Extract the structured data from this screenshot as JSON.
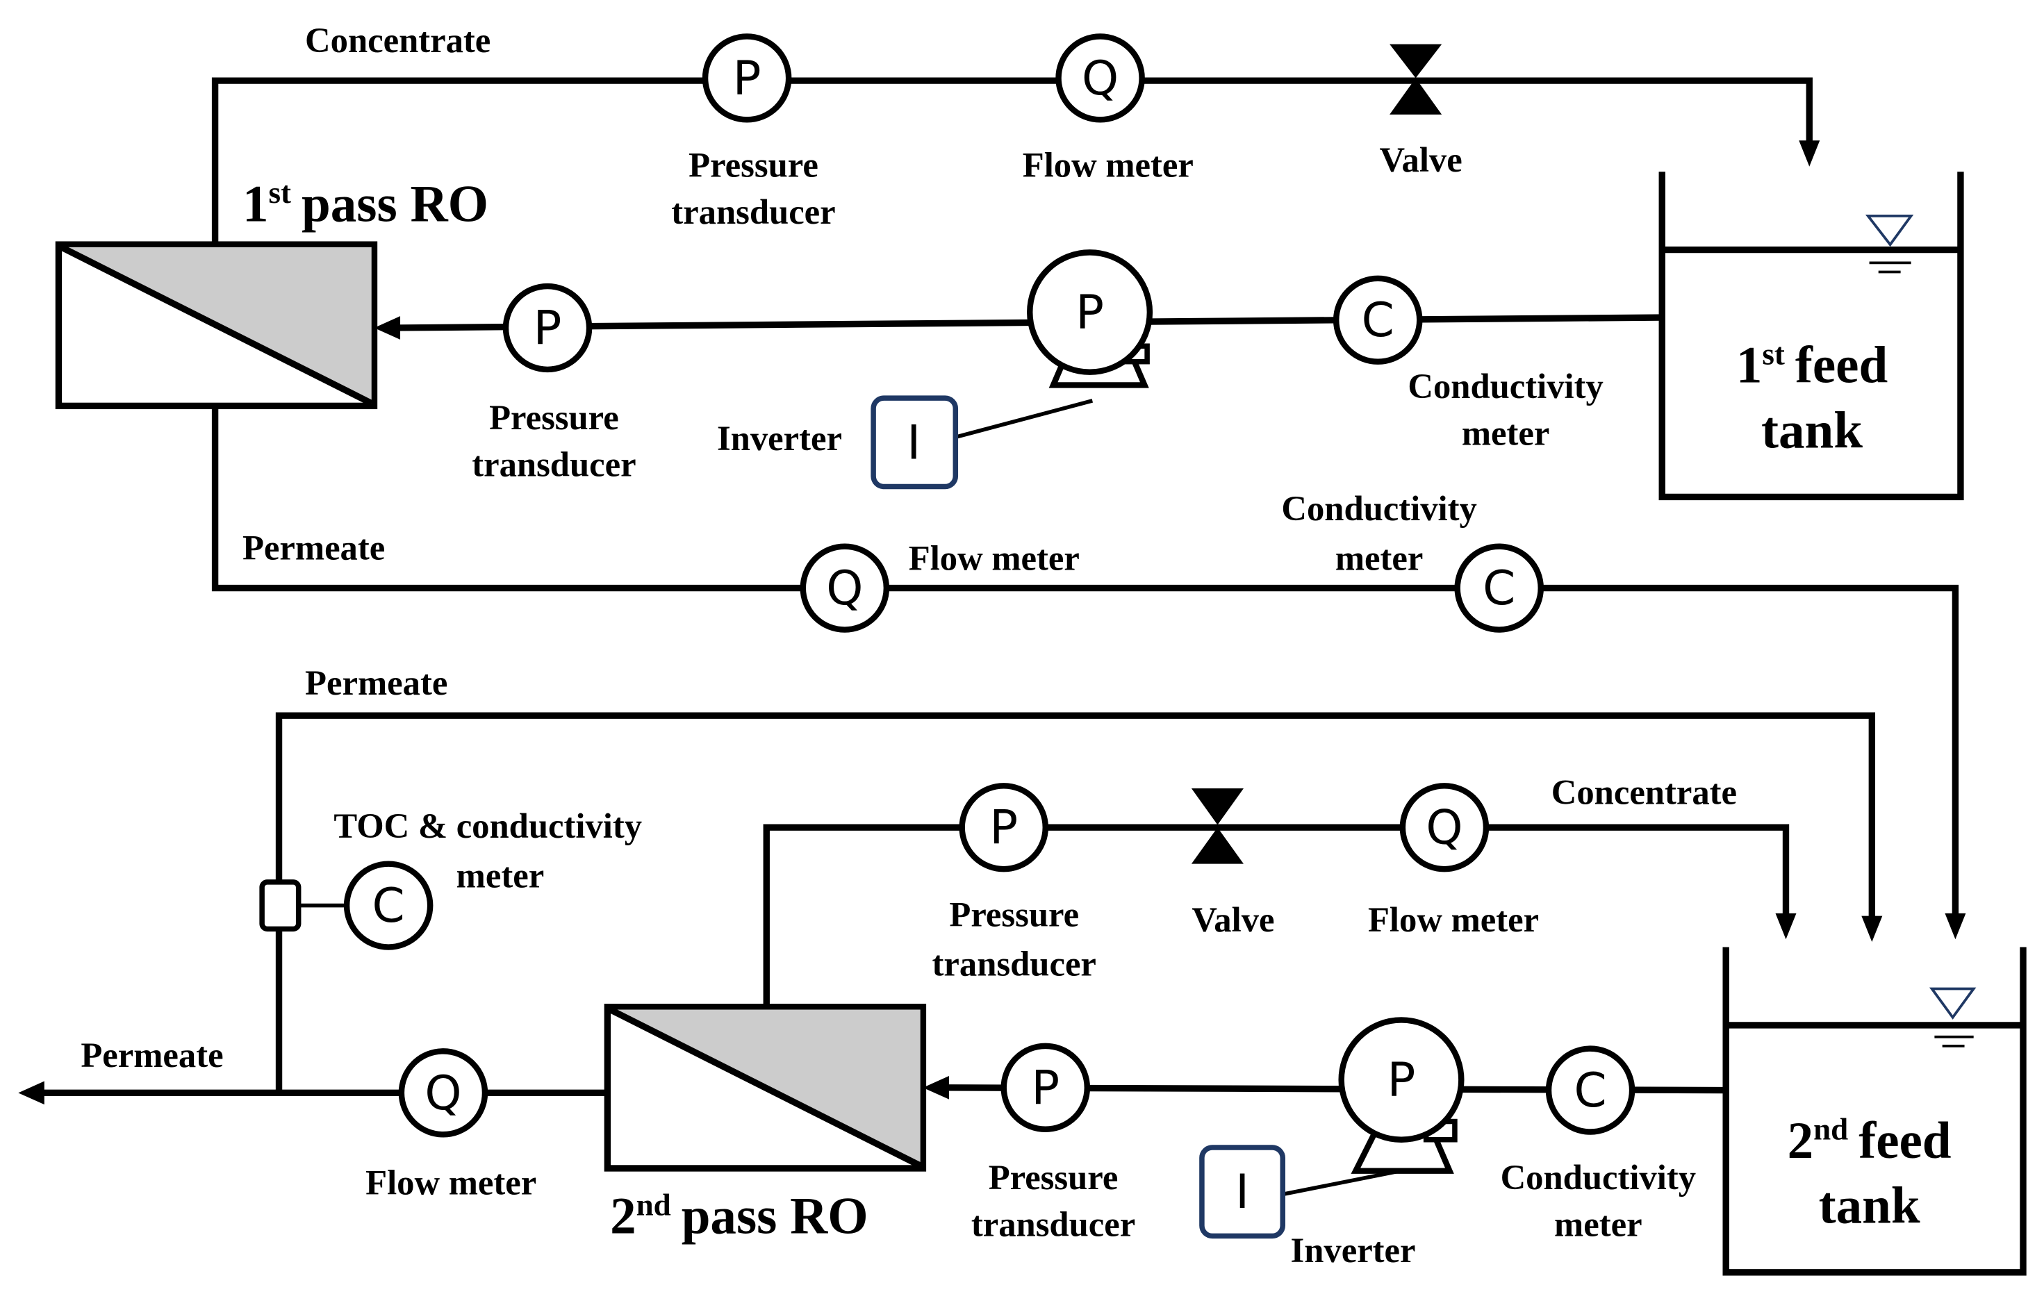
{
  "diagram": {
    "colors": {
      "line": "#000000",
      "membrane_fill": "#cccccc",
      "level_marker": "#1f3864",
      "inverter_border": "#1f3864"
    },
    "stage1": {
      "ro_label": {
        "num": "1",
        "sup": "st",
        "text": "pass RO"
      },
      "concentrate_label": "Concentrate",
      "permeate_label": "Permeate",
      "concentrate_line": {
        "pressure_symbol": "P",
        "pressure_label": [
          "Pressure",
          "transducer"
        ],
        "flow_symbol": "Q",
        "flow_label": "Flow meter",
        "valve_label": "Valve"
      },
      "feed_line": {
        "pressure_symbol": "P",
        "pressure_label": [
          "Pressure",
          "transducer"
        ],
        "pump_symbol": "P",
        "inverter_symbol": "I",
        "inverter_label": "Inverter",
        "conductivity_symbol": "C",
        "conductivity_label": [
          "Conductivity",
          "meter"
        ]
      },
      "permeate_line": {
        "flow_symbol": "Q",
        "flow_label": "Flow meter",
        "conductivity_symbol": "C",
        "conductivity_label": [
          "Conductivity",
          "meter"
        ]
      },
      "tank_label": {
        "num": "1",
        "sup": "st",
        "line1": "feed",
        "line2": "tank"
      }
    },
    "stage2": {
      "ro_label": {
        "num": "2",
        "sup": "nd",
        "text": "pass RO"
      },
      "permeate_return_label": "Permeate",
      "permeate_out_label": "Permeate",
      "concentrate_label": "Concentrate",
      "toc_symbol": "C",
      "toc_label": [
        "TOC & conductivity",
        "meter"
      ],
      "concentrate_line": {
        "pressure_symbol": "P",
        "pressure_label": [
          "Pressure",
          "transducer"
        ],
        "valve_label": "Valve",
        "flow_symbol": "Q",
        "flow_label": "Flow meter"
      },
      "feed_line": {
        "pressure_symbol": "P",
        "pressure_label": [
          "Pressure",
          "transducer"
        ],
        "pump_symbol": "P",
        "inverter_symbol": "I",
        "inverter_label": "Inverter",
        "conductivity_symbol": "C",
        "conductivity_label": [
          "Conductivity",
          "meter"
        ]
      },
      "permeate_flow_symbol": "Q",
      "permeate_flow_label": "Flow meter",
      "tank_label": {
        "num": "2",
        "sup": "nd",
        "line1": "feed",
        "line2": "tank"
      }
    }
  }
}
